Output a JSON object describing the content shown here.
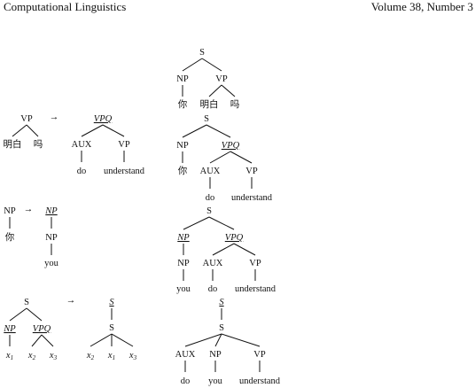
{
  "header": {
    "journal": "Computational Linguistics",
    "volume": "Volume 38, Number 3"
  },
  "arrow": "→",
  "label": {
    "S": "S",
    "NP": "NP",
    "VP": "VP",
    "VPQ": "VPQ",
    "AUX": "AUX",
    "x": "x",
    "sub1": "1",
    "sub2": "2",
    "sub3": "3"
  },
  "word": {
    "ni": "你",
    "mingbai": "明白",
    "ma": "吗",
    "do": "do",
    "understand": "understand",
    "you": "you"
  }
}
